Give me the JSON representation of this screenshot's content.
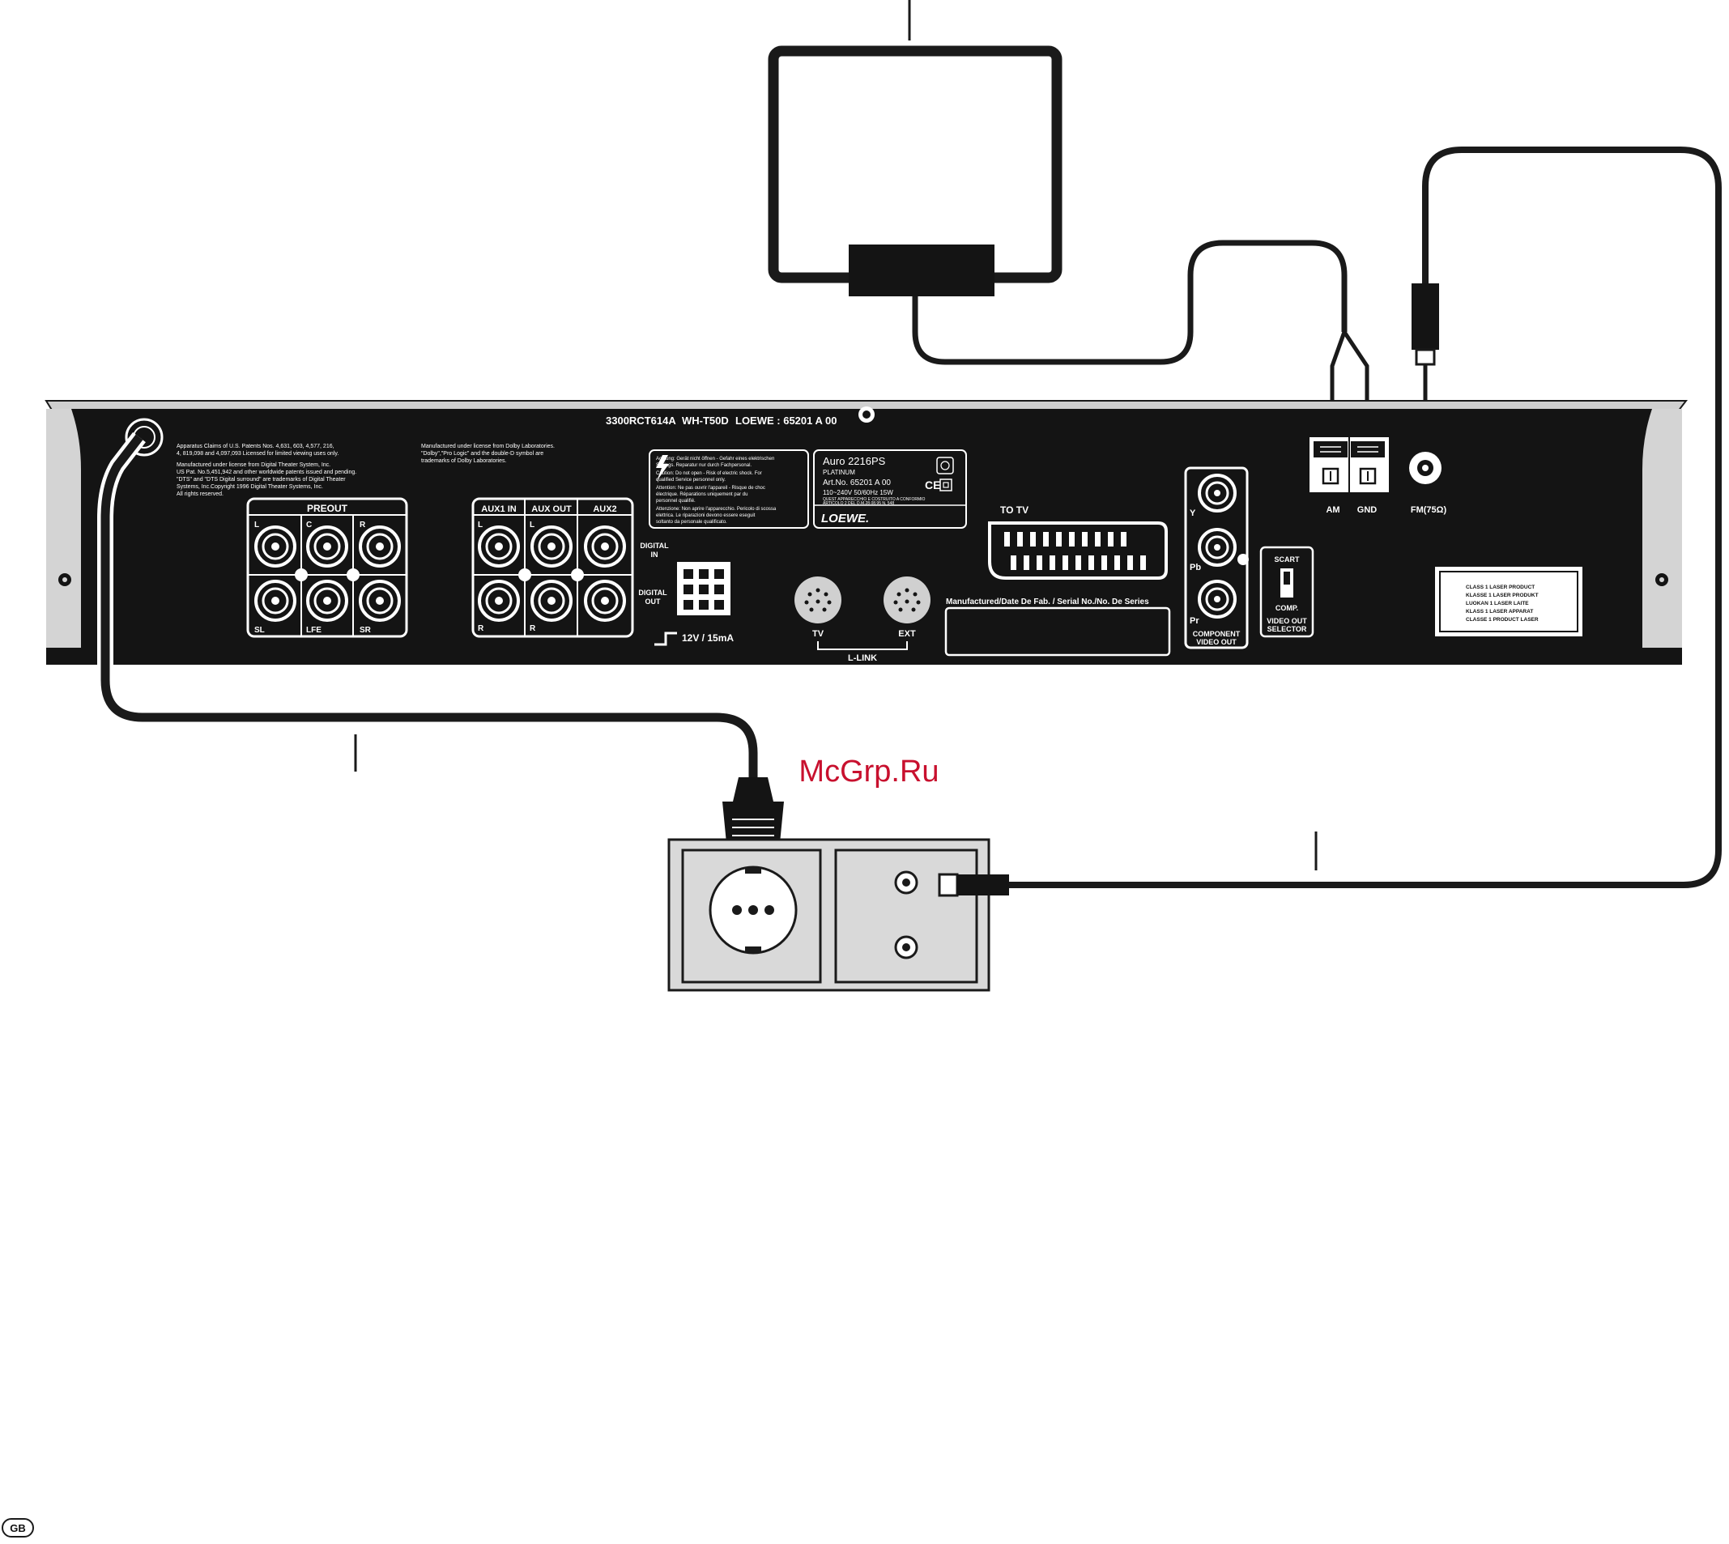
{
  "colors": {
    "panel": "#141414",
    "chassis": "#cccccc",
    "line": "#1a1a1a",
    "plate": "#d9d9d9",
    "watermark": "#c8102e"
  },
  "watermark": "McGrp.Ru",
  "page_badge": "GB",
  "top_strip": {
    "model_code": "3300RCT614A",
    "model_name": "WH-T50D",
    "loewe_code": "LOEWE : 65201 A 00"
  },
  "patents_text": [
    "Apparatus Claims of U.S. Patents Nos. 4,631, 603, 4,577, 216,",
    "4, 819,098 and 4,097,093 Licensed for limited viewing uses only.",
    "",
    "Manufactured under license from Digital Theater System, Inc.",
    "US Pat. No.5,451,942 and other worldwide patents issued and pending.",
    "\"DTS\" and \"DTS Digital surround\" are trademarks of Digital Theater",
    "Systems, Inc.Copyright 1996 Digital Theater Systems, Inc.",
    "All rights reserved."
  ],
  "dolby_text": [
    "Manufactured under license from Dolby Laboratories.",
    "\"Dolby\",\"Pro Logic\" and the double-D symbol are",
    "trademarks of Dolby Laboratories."
  ],
  "warning_text": [
    "Achtung:     Gerät nicht öffnen - Gefahr eines elektrischen",
    "                  Schlags. Reparatur nur durch Fachpersonal.",
    "Caution:      Do not open - Risk of electric shock. For",
    "                  qualified Service personnel only.",
    "Attention:    Ne pas ouvrir l'appareil - Risque de choc",
    "                  électrique. Réparations uniquement par du",
    "                  personnel qualifié.",
    "Attenzione:  Non aprire l'apparecchio. Pericolo di scossa",
    "                  elettrica. Le riparazioni devono essere eseguit",
    "                  soltanto da personale qualificato."
  ],
  "model_plate": {
    "name": "Auro 2216PS",
    "variant": "PLATINUM",
    "art_no": "Art.No. 65201 A 00",
    "power": "110~240V  50/60Hz  15W",
    "italy_1": "QUEST APPARECCHIO E COSTRUITO A CONFORMIO",
    "italy_2": "ARTICOLO 2 DEL D.M.28.08.95 N. 548",
    "ce": "CE",
    "brand": "LOEWE."
  },
  "preout": {
    "title": "PREOUT",
    "top": [
      "L",
      "C",
      "R"
    ],
    "bottom": [
      "SL",
      "LFE",
      "SR"
    ]
  },
  "aux": {
    "aux1_in": "AUX1 IN",
    "aux_out": "AUX OUT",
    "aux2": "AUX2",
    "left": "L",
    "right": "R",
    "digital_in": [
      "DIGITAL",
      "IN"
    ],
    "digital_out": [
      "DIGITAL",
      "OUT"
    ]
  },
  "power_socket_label": "12V / 15mA",
  "llink": {
    "tv": "TV",
    "ext": "EXT",
    "title": "L-LINK"
  },
  "scart": {
    "title": "TO  TV"
  },
  "serial_label": "Manufactured/Date De Fab. / Serial No./No. De Series",
  "component": {
    "y": "Y",
    "pb": "Pb",
    "pr": "Pr",
    "caption": [
      "COMPONENT",
      "VIDEO OUT"
    ]
  },
  "selector": {
    "top": "SCART",
    "bottom": "COMP.",
    "caption": [
      "VIDEO OUT",
      "SELECTOR"
    ]
  },
  "antenna": {
    "am": "AM",
    "gnd": "GND",
    "fm": "FM(75Ω)"
  },
  "laser_label": [
    "CLASS 1  LASER PRODUCT",
    "KLASSE 1 LASER PRODUKT",
    "LUOKAN 1 LASER LAITE",
    "KLASS 1  LASER APPARAT",
    "CLASSE 1 PRODUCT LASER"
  ]
}
